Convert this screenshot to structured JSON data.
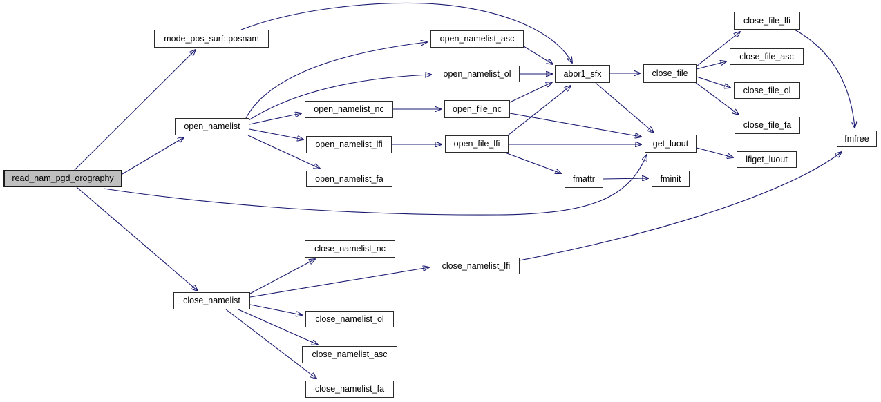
{
  "diagram": {
    "type": "call-graph",
    "root": "read_nam_pgd_orography",
    "edge_color": "#191970",
    "node_fill": "#ffffff",
    "node_border_color": "#2b2b2b",
    "root_fill": "#bfbfbf",
    "background": "#ffffff"
  },
  "nodes": [
    {
      "id": "read_nam_pgd_orography",
      "label": "read_nam_pgd_orography"
    },
    {
      "id": "mode_pos_surf::posnam",
      "label": "mode_pos_surf::posnam"
    },
    {
      "id": "open_namelist",
      "label": "open_namelist"
    },
    {
      "id": "open_namelist_asc",
      "label": "open_namelist_asc"
    },
    {
      "id": "open_namelist_ol",
      "label": "open_namelist_ol"
    },
    {
      "id": "open_namelist_nc",
      "label": "open_namelist_nc"
    },
    {
      "id": "open_file_nc",
      "label": "open_file_nc"
    },
    {
      "id": "open_namelist_lfi",
      "label": "open_namelist_lfi"
    },
    {
      "id": "open_file_lfi",
      "label": "open_file_lfi"
    },
    {
      "id": "open_namelist_fa",
      "label": "open_namelist_fa"
    },
    {
      "id": "abor1_sfx",
      "label": "abor1_sfx"
    },
    {
      "id": "close_file",
      "label": "close_file"
    },
    {
      "id": "close_file_lfi",
      "label": "close_file_lfi"
    },
    {
      "id": "close_file_asc",
      "label": "close_file_asc"
    },
    {
      "id": "close_file_ol",
      "label": "close_file_ol"
    },
    {
      "id": "close_file_fa",
      "label": "close_file_fa"
    },
    {
      "id": "fmfree",
      "label": "fmfree"
    },
    {
      "id": "get_luout",
      "label": "get_luout"
    },
    {
      "id": "lfiget_luout",
      "label": "lfiget_luout"
    },
    {
      "id": "fminit",
      "label": "fminit"
    },
    {
      "id": "fmattr",
      "label": "fmattr"
    },
    {
      "id": "close_namelist",
      "label": "close_namelist"
    },
    {
      "id": "close_namelist_nc",
      "label": "close_namelist_nc"
    },
    {
      "id": "close_namelist_lfi",
      "label": "close_namelist_lfi"
    },
    {
      "id": "close_namelist_ol",
      "label": "close_namelist_ol"
    },
    {
      "id": "close_namelist_asc",
      "label": "close_namelist_asc"
    },
    {
      "id": "close_namelist_fa",
      "label": "close_namelist_fa"
    }
  ],
  "edges": [
    {
      "from": "read_nam_pgd_orography",
      "to": "mode_pos_surf::posnam"
    },
    {
      "from": "read_nam_pgd_orography",
      "to": "open_namelist"
    },
    {
      "from": "read_nam_pgd_orography",
      "to": "close_namelist"
    },
    {
      "from": "read_nam_pgd_orography",
      "to": "get_luout"
    },
    {
      "from": "mode_pos_surf::posnam",
      "to": "abor1_sfx"
    },
    {
      "from": "open_namelist",
      "to": "open_namelist_asc"
    },
    {
      "from": "open_namelist",
      "to": "open_namelist_ol"
    },
    {
      "from": "open_namelist",
      "to": "open_namelist_nc"
    },
    {
      "from": "open_namelist",
      "to": "open_namelist_lfi"
    },
    {
      "from": "open_namelist",
      "to": "open_namelist_fa"
    },
    {
      "from": "open_namelist_asc",
      "to": "abor1_sfx"
    },
    {
      "from": "open_namelist_ol",
      "to": "abor1_sfx"
    },
    {
      "from": "open_namelist_nc",
      "to": "open_file_nc"
    },
    {
      "from": "open_namelist_lfi",
      "to": "open_file_lfi"
    },
    {
      "from": "open_file_nc",
      "to": "abor1_sfx"
    },
    {
      "from": "open_file_nc",
      "to": "get_luout"
    },
    {
      "from": "open_file_lfi",
      "to": "abor1_sfx"
    },
    {
      "from": "open_file_lfi",
      "to": "get_luout"
    },
    {
      "from": "open_file_lfi",
      "to": "fmattr"
    },
    {
      "from": "abor1_sfx",
      "to": "close_file"
    },
    {
      "from": "abor1_sfx",
      "to": "get_luout"
    },
    {
      "from": "close_file",
      "to": "close_file_lfi"
    },
    {
      "from": "close_file",
      "to": "close_file_asc"
    },
    {
      "from": "close_file",
      "to": "close_file_ol"
    },
    {
      "from": "close_file",
      "to": "close_file_fa"
    },
    {
      "from": "close_file_lfi",
      "to": "fmfree"
    },
    {
      "from": "get_luout",
      "to": "lfiget_luout"
    },
    {
      "from": "fmattr",
      "to": "fminit"
    },
    {
      "from": "close_namelist",
      "to": "close_namelist_nc"
    },
    {
      "from": "close_namelist",
      "to": "close_namelist_lfi"
    },
    {
      "from": "close_namelist",
      "to": "close_namelist_ol"
    },
    {
      "from": "close_namelist",
      "to": "close_namelist_asc"
    },
    {
      "from": "close_namelist",
      "to": "close_namelist_fa"
    },
    {
      "from": "close_namelist_lfi",
      "to": "fmfree"
    }
  ]
}
